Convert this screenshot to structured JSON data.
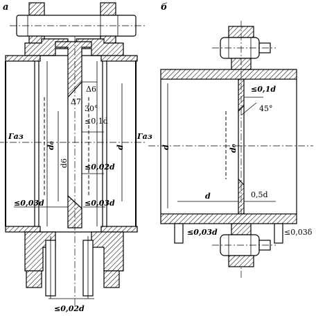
{
  "figure_a": {
    "label": "а",
    "gas_left": "Газ",
    "gas_right": "Газ",
    "d0": "d₀",
    "d_label": "d",
    "d6_label": "d6",
    "delta6": "Δ6",
    "delta7": "Δ7",
    "angle30": "30°",
    "tol_01d": "≤0,1d",
    "tol_002d_mid": "≤0,02d",
    "tol_003d_left": "≤0,03d",
    "tol_003d_right": "≤0,03d",
    "tol_002d_bottom": "≤0,02d"
  },
  "figure_b": {
    "label": "б",
    "d_left": "d",
    "d0": "d₀",
    "tol_01d": "≤0,1d",
    "angle45": "45°",
    "d_bottom": "d",
    "half_d": "0,5d",
    "tol_003d": "≤0,03d",
    "tol_003delta": "≤0,03δ"
  }
}
